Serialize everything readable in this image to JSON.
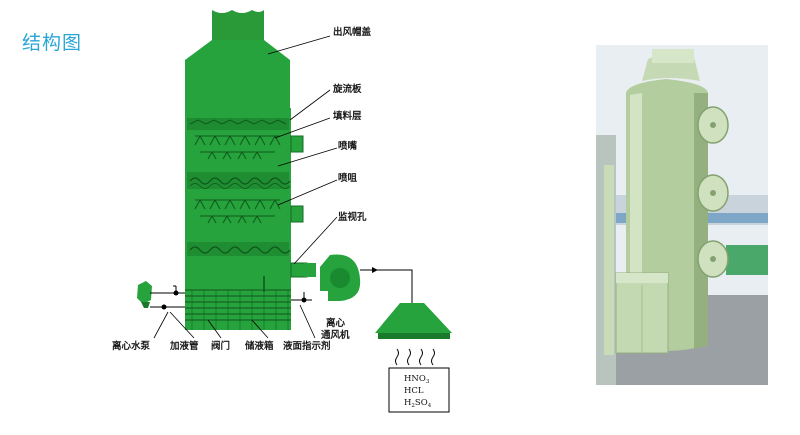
{
  "page": {
    "title": "结构图"
  },
  "diagram": {
    "labels": {
      "outlet_cap": "出风帽盖",
      "swirl_plate": "旋流板",
      "packing_layer": "填料层",
      "nozzle": "喷嘴",
      "spray_head": "喷咀",
      "inspection_hole": "监视孔",
      "centrifugal_pump": "离心水泵",
      "feed_pipe": "加液管",
      "valve": "阀门",
      "storage_tank": "储液箱",
      "level_indicator": "液面指示剂",
      "fan_line1": "离心",
      "fan_line2": "通风机"
    },
    "gas_box": {
      "hno3_main": "HNO",
      "hno3_sub": "3",
      "hcl": "HCL",
      "h2so4_h": "H",
      "h2so4_sub1": "2",
      "h2so4_so": "SO",
      "h2so4_sub2": "4"
    },
    "colors": {
      "tower_green": "#26a33c",
      "dark_green": "#156e26",
      "photo_green": "#aec99a"
    }
  },
  "photo": {
    "icon": "frp-scrubber-tower-photo"
  }
}
